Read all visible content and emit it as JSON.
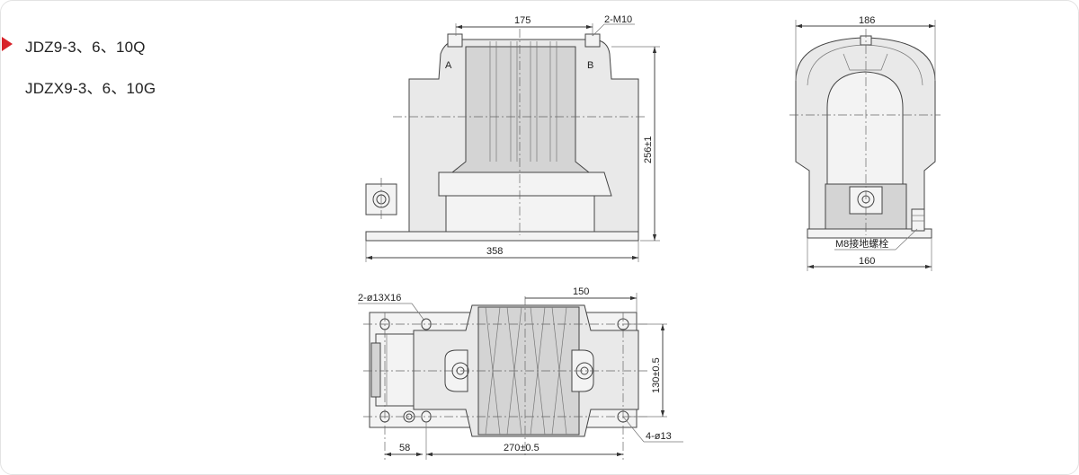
{
  "models": [
    {
      "label": "JDZ9-3、6、10Q"
    },
    {
      "label": "JDZX9-3、6、10G"
    }
  ],
  "front_view": {
    "dim_top": "175",
    "dim_bolts": "2-M10",
    "terminal_a": "A",
    "terminal_b": "B",
    "dim_height": "256±1",
    "dim_width": "358"
  },
  "side_view": {
    "dim_top": "186",
    "dim_bottom": "160",
    "ground_bolt": "M8接地螺栓"
  },
  "top_view": {
    "dim_slots": "2-ø13X16",
    "dim_half": "150",
    "dim_height": "130±0.5",
    "dim_left": "58",
    "dim_span": "270±0.5",
    "dim_holes": "4-ø13"
  },
  "colors": {
    "accent_arrow": "#d8232a",
    "line": "#444444",
    "body_fill": "#e9e9e9"
  }
}
